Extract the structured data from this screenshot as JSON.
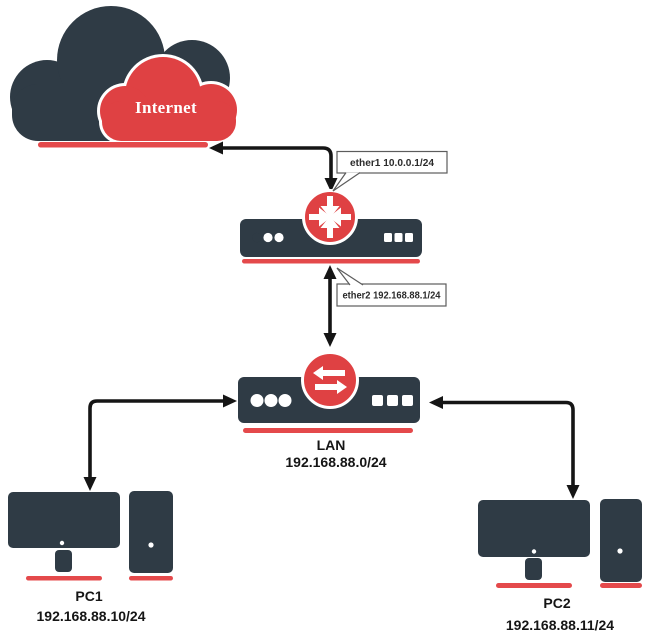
{
  "diagram": {
    "internet_label": "Internet",
    "router": {
      "wan_interface_label": "ether1 10.0.0.1/24",
      "lan_interface_label": "ether2 192.168.88.1/24"
    },
    "lan": {
      "label": "LAN",
      "subnet": "192.168.88.0/24"
    },
    "pc1": {
      "label": "PC1",
      "ip": "192.168.88.10/24"
    },
    "pc2": {
      "label": "PC2",
      "ip": "192.168.88.11/24"
    },
    "colors": {
      "device_dark": "#2f3b45",
      "accent_red": "#df4143",
      "connector_black": "#151515"
    }
  }
}
